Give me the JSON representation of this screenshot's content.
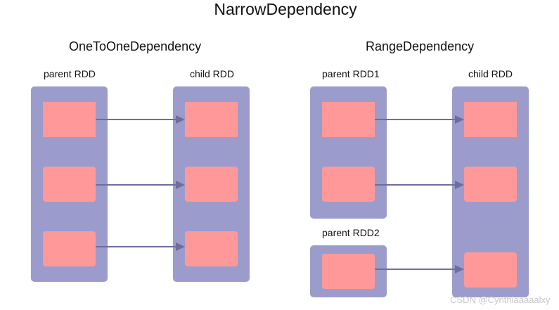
{
  "title": "NarrowDependency",
  "left": {
    "heading": "OneToOneDependency",
    "parent_label": "parent RDD",
    "child_label": "child RDD"
  },
  "right": {
    "heading": "RangeDependency",
    "parent1_label": "parent RDD1",
    "parent2_label": "parent RDD2",
    "child_label": "child RDD"
  },
  "watermark": "CSDN @Cynthiaaaaalxy",
  "colors": {
    "rdd": "#9c9ccc",
    "partition": "#ff9999",
    "arrow": "#6e6e9e"
  }
}
